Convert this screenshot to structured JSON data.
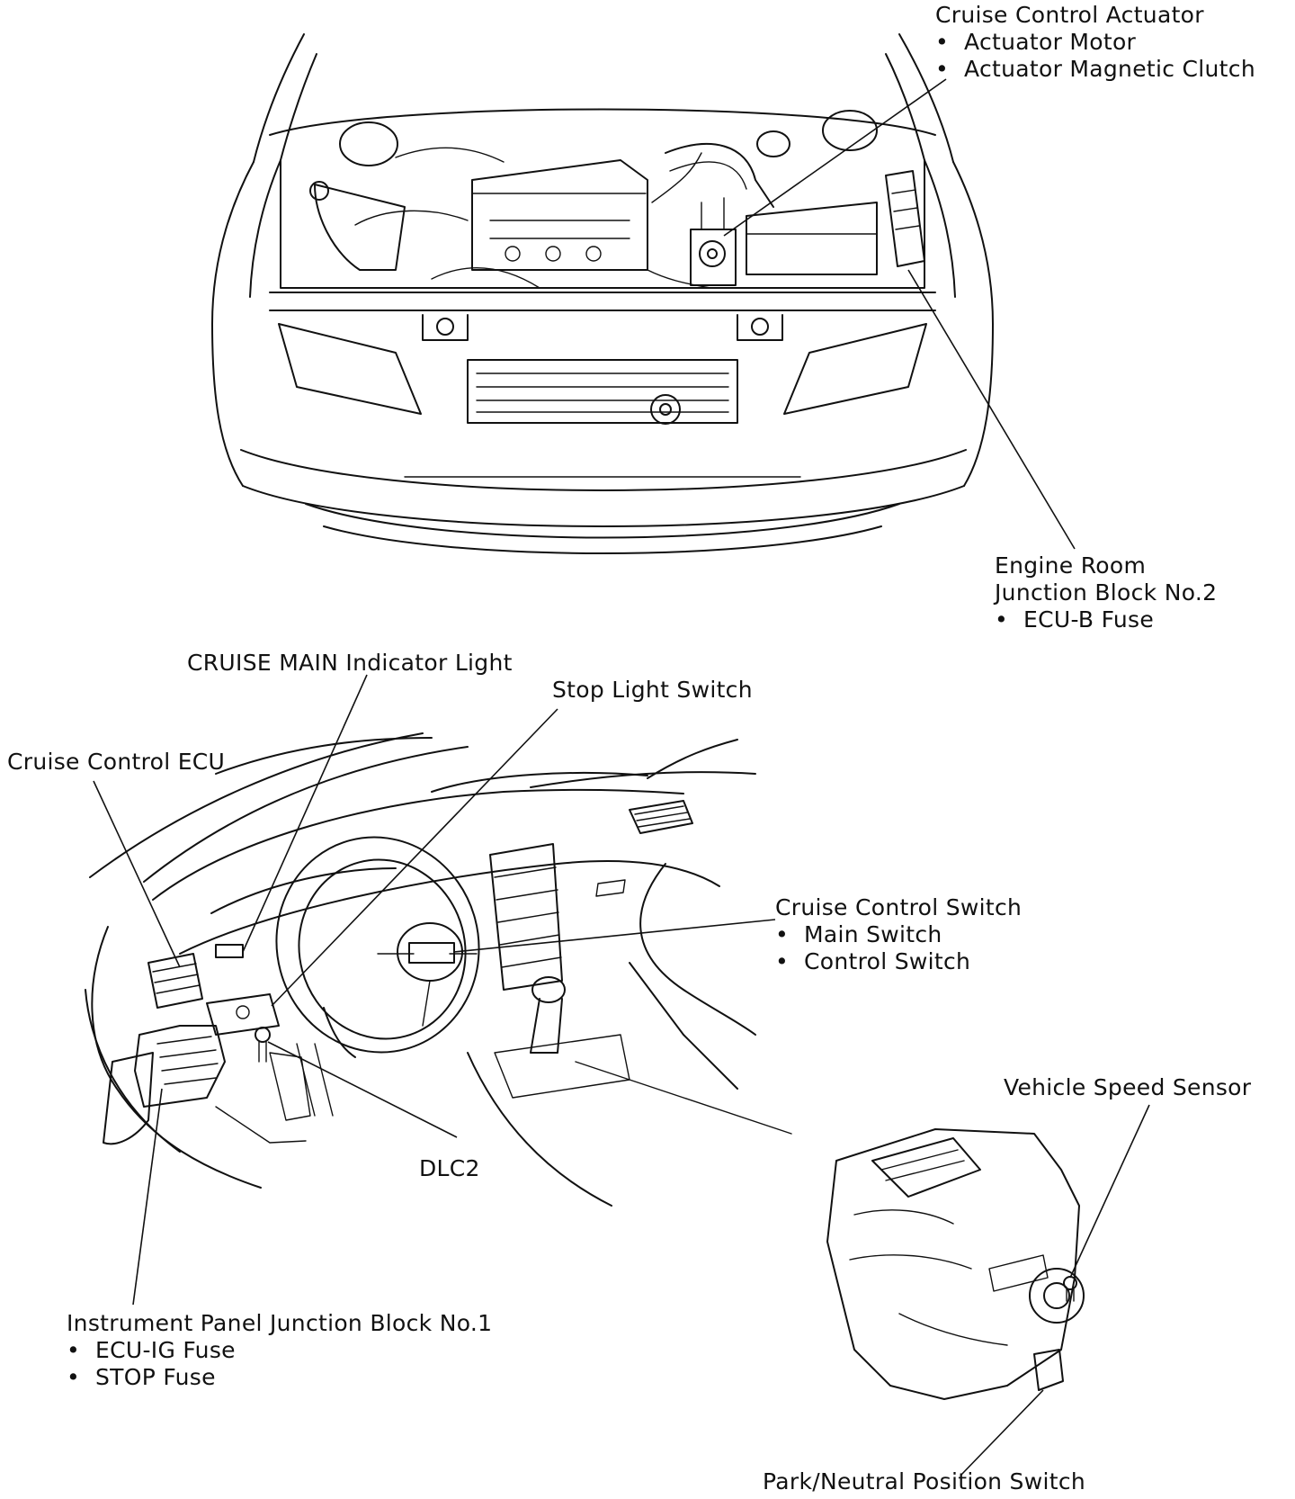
{
  "labels": {
    "actuator": {
      "title": "Cruise Control Actuator",
      "items": [
        "Actuator Motor",
        "Actuator Magnetic Clutch"
      ]
    },
    "junction_block_2": {
      "lines": [
        "Engine Room",
        "Junction Block No.2"
      ],
      "items": [
        "ECU-B Fuse"
      ]
    },
    "cruise_main_indicator": "CRUISE MAIN Indicator Light",
    "stop_light_switch": "Stop Light Switch",
    "cruise_control_ecu": "Cruise Control ECU",
    "cruise_control_switch": {
      "title": "Cruise Control Switch",
      "items": [
        "Main Switch",
        "Control Switch"
      ]
    },
    "vehicle_speed_sensor": "Vehicle Speed Sensor",
    "dlc2": "DLC2",
    "junction_block_1": {
      "title": "Instrument Panel Junction Block No.1",
      "items": [
        "ECU-IG Fuse",
        "STOP Fuse"
      ]
    },
    "park_neutral_switch": "Park/Neutral Position Switch"
  }
}
